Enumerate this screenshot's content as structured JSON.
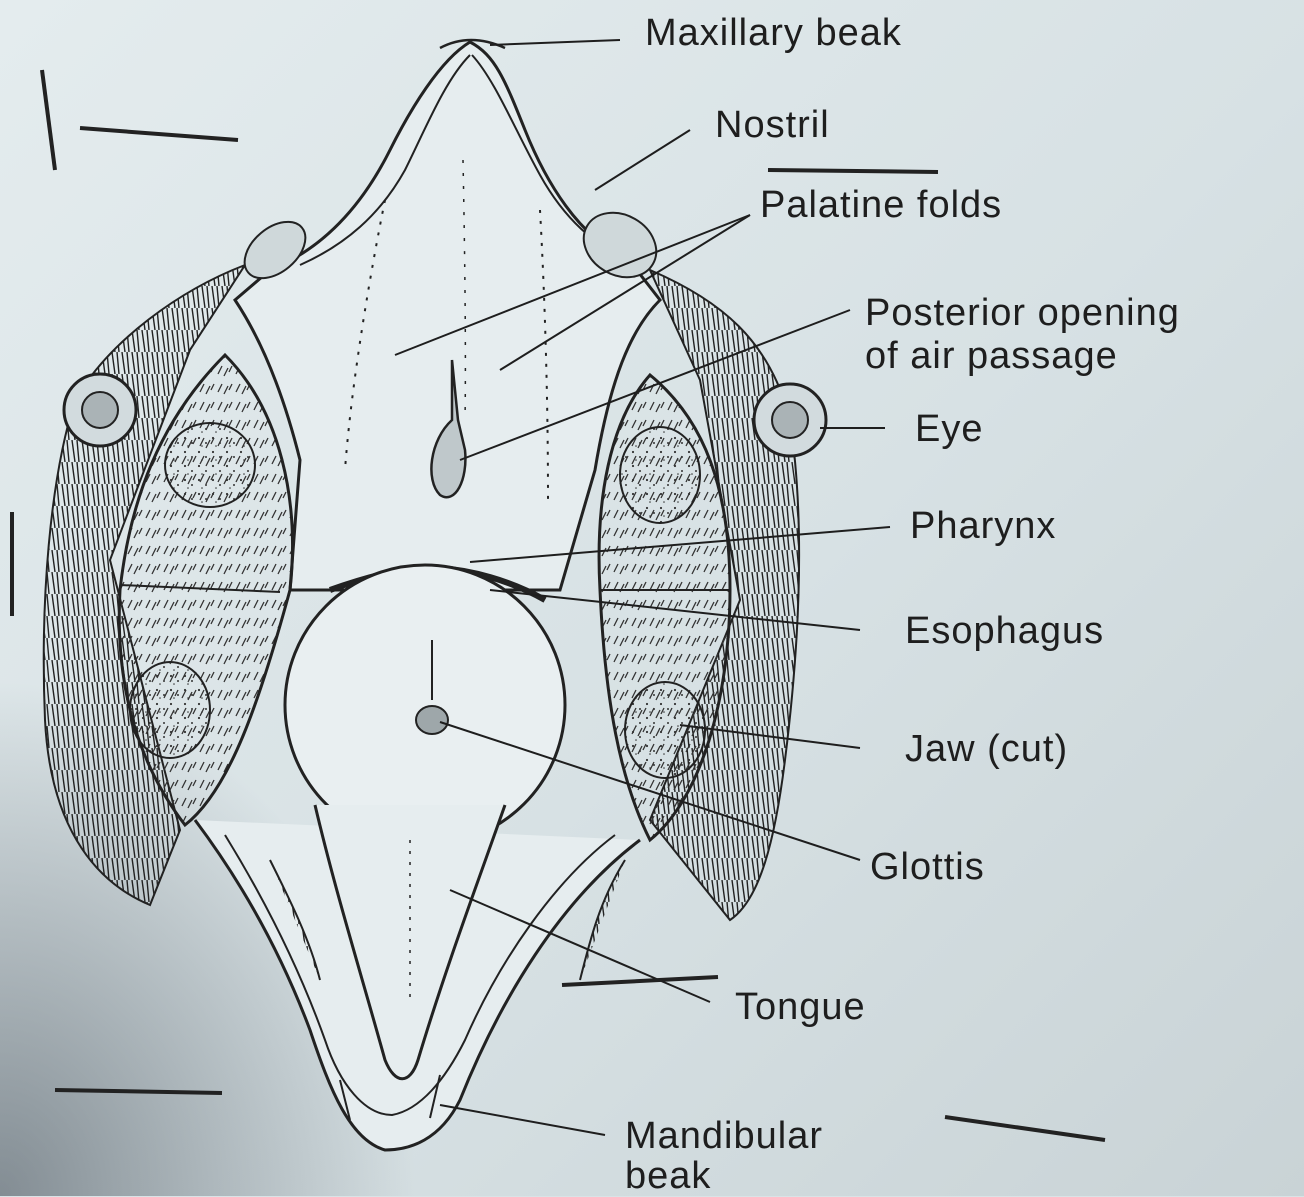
{
  "labels": {
    "maxillary_beak": "Maxillary beak",
    "nostril": "Nostril",
    "palatine_folds": "Palatine folds",
    "posterior_opening_1": "Posterior opening",
    "posterior_opening_2": "of air passage",
    "eye": "Eye",
    "pharynx": "Pharynx",
    "esophagus": "Esophagus",
    "jaw_cut": "Jaw (cut)",
    "glottis": "Glottis",
    "tongue": "Tongue",
    "mandibular_beak_1": "Mandibular",
    "mandibular_beak_2": "beak"
  },
  "colors": {
    "ink": "#1e1e1e",
    "paper": "#e0e8ea"
  }
}
